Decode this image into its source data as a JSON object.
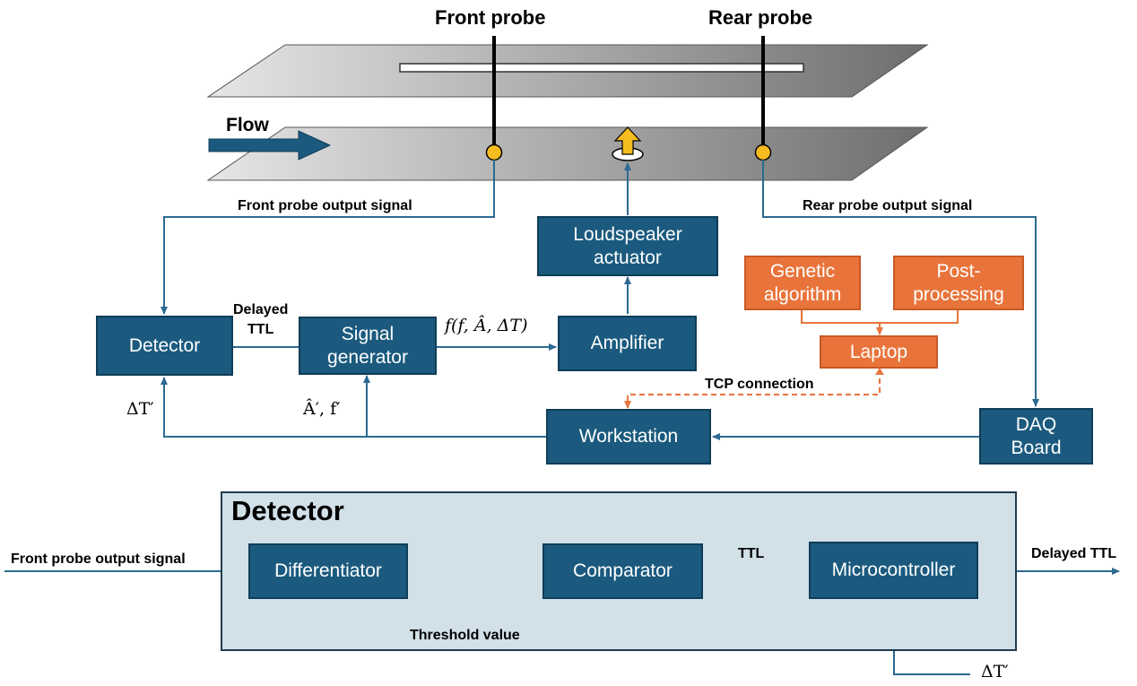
{
  "probes": {
    "front_label": "Front probe",
    "rear_label": "Rear probe"
  },
  "flow_label": "Flow",
  "signals": {
    "front_output": "Front probe output signal",
    "rear_output": "Rear probe output signal",
    "delayed_ttl": "Delayed\nTTL",
    "tcp": "TCP connection",
    "delta_t": "ΔT′",
    "amp_freq": "Â′, f′",
    "func": "f(f, Â, ΔT)"
  },
  "blocks": {
    "loudspeaker": "Loudspeaker\nactuator",
    "genetic": "Genetic\nalgorithm",
    "postprocessing": "Post-\nprocessing",
    "laptop": "Laptop",
    "detector": "Detector",
    "signal_generator": "Signal\ngenerator",
    "amplifier": "Amplifier",
    "workstation": "Workstation",
    "daq": "DAQ\nBoard"
  },
  "detector_panel": {
    "title": "Detector",
    "input_label": "Front probe output signal",
    "differentiator": "Differentiator",
    "comparator": "Comparator",
    "microcontroller": "Microcontroller",
    "ttl": "TTL",
    "threshold": "Threshold value",
    "output_label": "Delayed TTL",
    "delta_t": "ΔT′"
  },
  "colors": {
    "blue_block": "#1b5a7e",
    "orange_block": "#e8743b",
    "arrow_blue": "#2c6a92",
    "arrow_orange": "#e8743b",
    "probe_marker": "#f5bd1f"
  }
}
